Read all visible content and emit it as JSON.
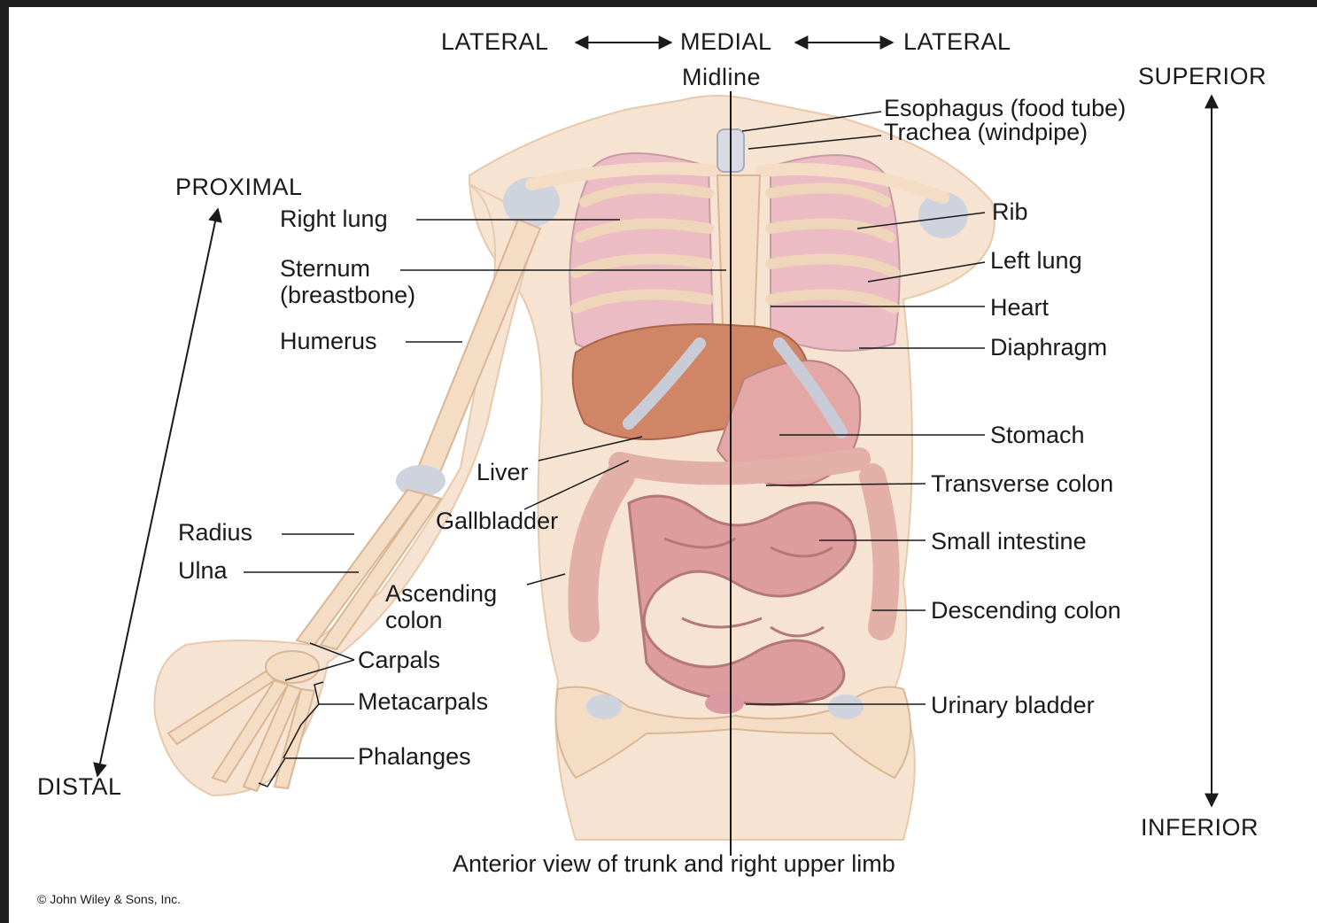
{
  "axes": {
    "lateral_left": "LATERAL",
    "medial": "MEDIAL",
    "lateral_right": "LATERAL",
    "midline": "Midline",
    "superior": "SUPERIOR",
    "inferior": "INFERIOR",
    "proximal": "PROXIMAL",
    "distal": "DISTAL"
  },
  "labels": {
    "esophagus": "Esophagus (food tube)",
    "trachea": "Trachea (windpipe)",
    "rib": "Rib",
    "left_lung": "Left lung",
    "heart": "Heart",
    "diaphragm": "Diaphragm",
    "stomach": "Stomach",
    "transverse_colon": "Transverse colon",
    "small_intestine": "Small intestine",
    "descending_colon": "Descending colon",
    "urinary_bladder": "Urinary bladder",
    "right_lung": "Right lung",
    "sternum_1": "Sternum",
    "sternum_2": "(breastbone)",
    "humerus": "Humerus",
    "liver": "Liver",
    "gallbladder": "Gallbladder",
    "radius": "Radius",
    "ulna": "Ulna",
    "ascending_1": "Ascending",
    "ascending_2": "colon",
    "carpals": "Carpals",
    "metacarpals": "Metacarpals",
    "phalanges": "Phalanges"
  },
  "caption": "Anterior view of trunk and right upper limb",
  "copyright": "© John Wiley & Sons, Inc.",
  "colors": {
    "skin": "#f6e3d2",
    "bone": "#f4ddc4",
    "lung": "#ecbcc4",
    "liver": "#cf8566",
    "stomach": "#e3a8a6",
    "intestine": "#dd9d9d",
    "cartilage": "#c9ccd6"
  }
}
